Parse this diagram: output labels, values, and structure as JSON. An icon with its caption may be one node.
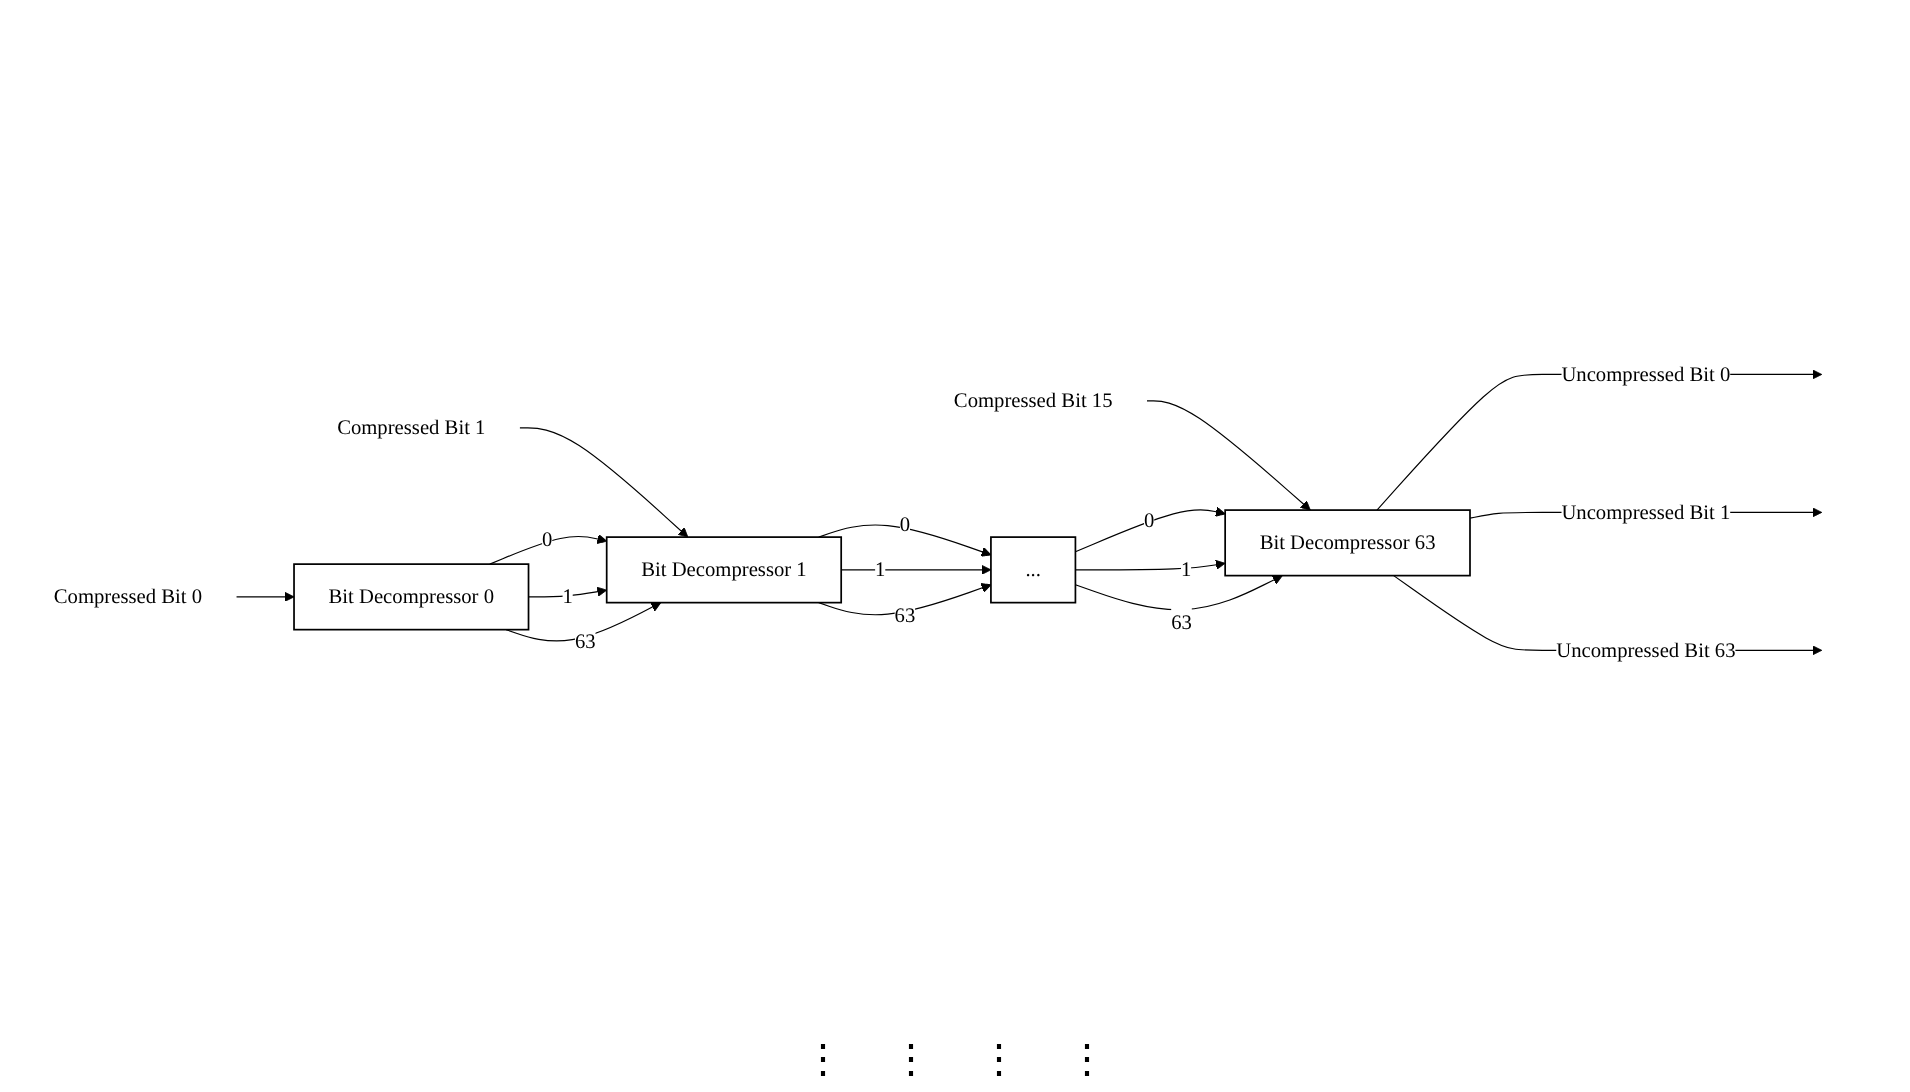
{
  "diagram": {
    "nodes": [
      {
        "text": [
          "Compressed Bit 0"
        ]
      },
      {
        "text": [
          "Compressed Bit 1"
        ]
      },
      {
        "text": [
          "Compressed Bit 15"
        ]
      },
      {
        "text": [
          "Bit Decompressor 0"
        ]
      },
      {
        "text": [
          "Bit Decompressor 1"
        ]
      },
      {
        "text": [
          "..."
        ]
      },
      {
        "text": [
          "Bit Decompressor 63"
        ]
      }
    ],
    "edges": [
      {
        "from": 0,
        "to": 3,
        "arrow": "to"
      },
      {
        "from": 1,
        "to": 4,
        "arrow": "to"
      },
      {
        "from": 2,
        "to": 6,
        "arrow": "to"
      },
      {
        "from": 3,
        "to": 4,
        "label": "0",
        "arrow": "to"
      },
      {
        "from": 3,
        "to": 4,
        "label": "1",
        "arrow": "to"
      },
      {
        "from": 3,
        "to": 4,
        "label": "63",
        "arrow": "to"
      },
      {
        "from": 4,
        "to": 5,
        "label": "0",
        "arrow": "to"
      },
      {
        "from": 4,
        "to": 5,
        "label": "1",
        "arrow": "to"
      },
      {
        "from": 4,
        "to": 5,
        "label": "63",
        "arrow": "to"
      },
      {
        "from": 5,
        "to": 6,
        "label": "0",
        "arrow": "to"
      },
      {
        "from": 5,
        "to": 6,
        "label": "1",
        "arrow": "to"
      },
      {
        "from": 5,
        "to": 6,
        "label": "63",
        "arrow": "to"
      },
      {
        "from": 6,
        "to": null,
        "label": "Uncompressed Bit 0",
        "arrow": "to"
      },
      {
        "from": 6,
        "to": null,
        "label": "Uncompressed Bit 1",
        "arrow": "to"
      },
      {
        "from": 6,
        "to": null,
        "label": "Uncompressed Bit 63",
        "arrow": "to"
      }
    ],
    "labels": [
      "⋮",
      "⋮",
      "⋮",
      "⋮"
    ]
  }
}
